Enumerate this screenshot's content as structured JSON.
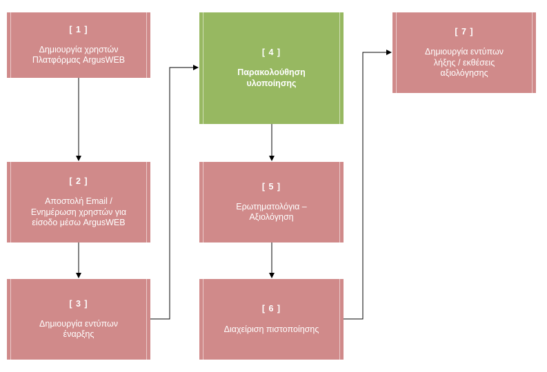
{
  "boxes": [
    {
      "id": "1",
      "number": "[ 1 ]",
      "label": "Δημιουργία χρηστών\nΠλατφόρμας ArgusWEB"
    },
    {
      "id": "2",
      "number": "[ 2 ]",
      "label": "Αποστολή Email /\nΕνημέρωση χρηστών για\nείσοδο μέσω ArgusWEB"
    },
    {
      "id": "3",
      "number": "[ 3 ]",
      "label": "Δημιουργία εντύπων\nέναρξης"
    },
    {
      "id": "4",
      "number": "[ 4 ]",
      "label": "Παρακολούθηση\nυλοποίησης"
    },
    {
      "id": "5",
      "number": "[ 5 ]",
      "label": "Ερωτηματολόγια –\nΑξιολόγηση"
    },
    {
      "id": "6",
      "number": "[ 6 ]",
      "label": "Διαχείριση πιστοποίησης"
    },
    {
      "id": "7",
      "number": "[ 7 ]",
      "label": "Δημιουργία εντύπων\nλήξης / εκθέσεις\nαξιολόγησης"
    }
  ],
  "colors": {
    "step_box": "#d08a8a",
    "active_step_box": "#97b861",
    "connector": "#000000"
  }
}
